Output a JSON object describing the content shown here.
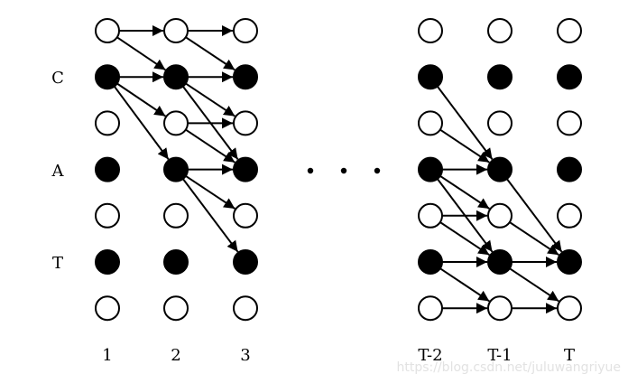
{
  "row_labels": [
    {
      "row": 1,
      "text": "C"
    },
    {
      "row": 3,
      "text": "A"
    },
    {
      "row": 5,
      "text": "T"
    }
  ],
  "column_labels": [
    "1",
    "2",
    "3",
    "T-2",
    "T-1",
    "T"
  ],
  "watermark": "https://blog.csdn.net/juluwangriyue",
  "columns": [
    {
      "label": "1",
      "filled": [
        false,
        true,
        false,
        true,
        false,
        true,
        false
      ]
    },
    {
      "label": "2",
      "filled": [
        false,
        true,
        false,
        true,
        false,
        true,
        false
      ]
    },
    {
      "label": "3",
      "filled": [
        false,
        true,
        false,
        true,
        false,
        true,
        false
      ]
    },
    {
      "label": "T-2",
      "filled": [
        false,
        true,
        false,
        true,
        false,
        true,
        false
      ]
    },
    {
      "label": "T-1",
      "filled": [
        false,
        true,
        false,
        true,
        false,
        true,
        false
      ]
    },
    {
      "label": "T",
      "filled": [
        false,
        true,
        false,
        true,
        false,
        true,
        false
      ]
    }
  ],
  "edges": [
    {
      "from": [
        0,
        0
      ],
      "to": [
        1,
        0
      ]
    },
    {
      "from": [
        0,
        0
      ],
      "to": [
        1,
        1
      ]
    },
    {
      "from": [
        0,
        1
      ],
      "to": [
        1,
        1
      ]
    },
    {
      "from": [
        0,
        1
      ],
      "to": [
        1,
        2
      ]
    },
    {
      "from": [
        0,
        1
      ],
      "to": [
        1,
        3
      ]
    },
    {
      "from": [
        1,
        0
      ],
      "to": [
        2,
        0
      ]
    },
    {
      "from": [
        1,
        0
      ],
      "to": [
        2,
        1
      ]
    },
    {
      "from": [
        1,
        1
      ],
      "to": [
        2,
        1
      ]
    },
    {
      "from": [
        1,
        1
      ],
      "to": [
        2,
        2
      ]
    },
    {
      "from": [
        1,
        1
      ],
      "to": [
        2,
        3
      ]
    },
    {
      "from": [
        1,
        2
      ],
      "to": [
        2,
        2
      ]
    },
    {
      "from": [
        1,
        2
      ],
      "to": [
        2,
        3
      ]
    },
    {
      "from": [
        1,
        3
      ],
      "to": [
        2,
        3
      ]
    },
    {
      "from": [
        1,
        3
      ],
      "to": [
        2,
        4
      ]
    },
    {
      "from": [
        1,
        3
      ],
      "to": [
        2,
        5
      ]
    },
    {
      "from": [
        3,
        1
      ],
      "to": [
        4,
        3
      ]
    },
    {
      "from": [
        3,
        2
      ],
      "to": [
        4,
        3
      ]
    },
    {
      "from": [
        3,
        3
      ],
      "to": [
        4,
        3
      ]
    },
    {
      "from": [
        3,
        3
      ],
      "to": [
        4,
        4
      ]
    },
    {
      "from": [
        3,
        3
      ],
      "to": [
        4,
        5
      ]
    },
    {
      "from": [
        3,
        4
      ],
      "to": [
        4,
        4
      ]
    },
    {
      "from": [
        3,
        4
      ],
      "to": [
        4,
        5
      ]
    },
    {
      "from": [
        3,
        5
      ],
      "to": [
        4,
        5
      ]
    },
    {
      "from": [
        3,
        5
      ],
      "to": [
        4,
        6
      ]
    },
    {
      "from": [
        3,
        6
      ],
      "to": [
        4,
        6
      ]
    },
    {
      "from": [
        4,
        3
      ],
      "to": [
        5,
        5
      ]
    },
    {
      "from": [
        4,
        4
      ],
      "to": [
        5,
        5
      ]
    },
    {
      "from": [
        4,
        5
      ],
      "to": [
        5,
        5
      ]
    },
    {
      "from": [
        4,
        5
      ],
      "to": [
        5,
        6
      ]
    },
    {
      "from": [
        4,
        6
      ],
      "to": [
        5,
        6
      ]
    }
  ]
}
